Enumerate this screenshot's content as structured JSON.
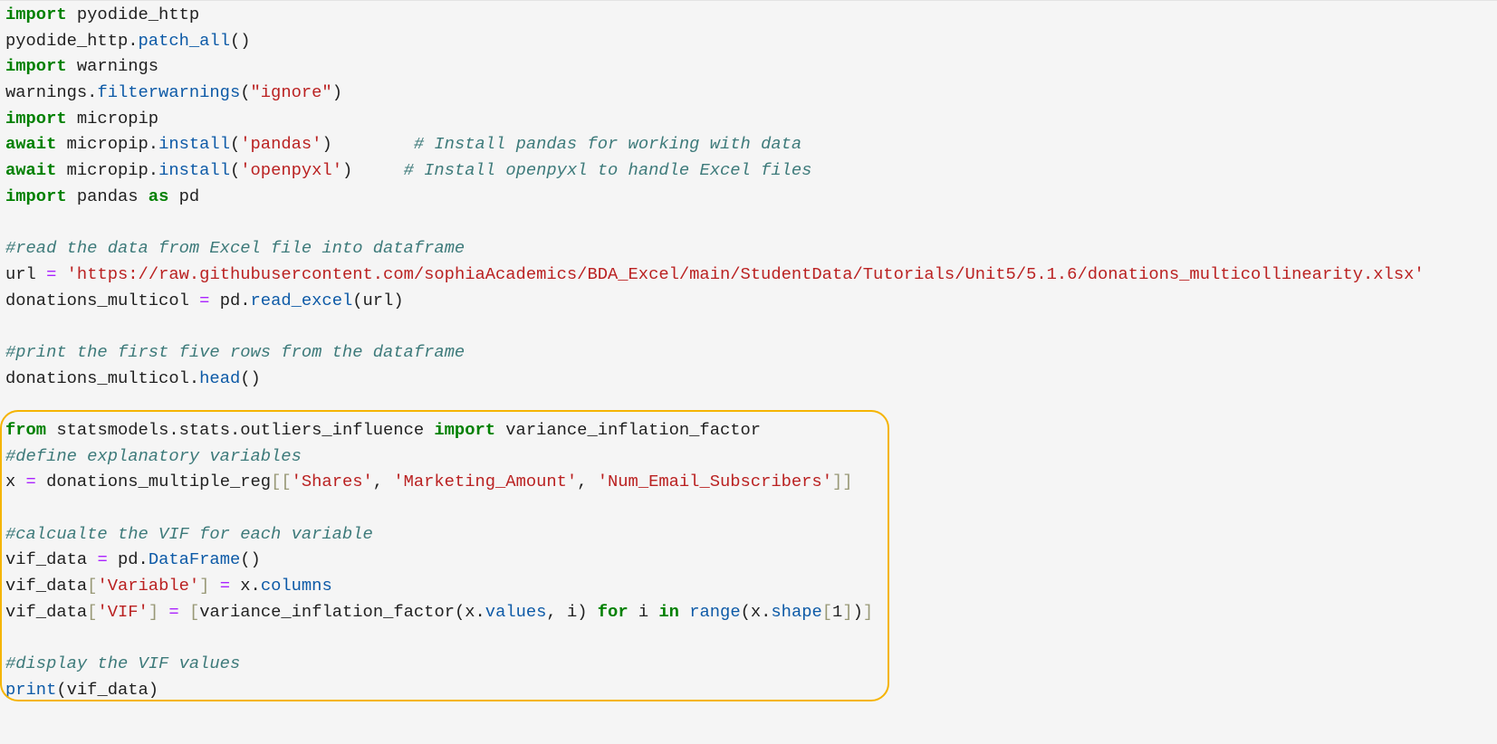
{
  "code_cell": {
    "lines": [
      [
        [
          "kw",
          "import"
        ],
        [
          "t",
          " pyodide_http"
        ]
      ],
      [
        [
          "t",
          "pyodide_http."
        ],
        [
          "fn",
          "patch_all"
        ],
        [
          "t",
          "()"
        ]
      ],
      [
        [
          "kw",
          "import"
        ],
        [
          "t",
          " warnings"
        ]
      ],
      [
        [
          "t",
          "warnings."
        ],
        [
          "fn",
          "filterwarnings"
        ],
        [
          "t",
          "("
        ],
        [
          "str",
          "\"ignore\""
        ],
        [
          "t",
          ")"
        ]
      ],
      [
        [
          "kw",
          "import"
        ],
        [
          "t",
          " micropip"
        ]
      ],
      [
        [
          "kw",
          "await"
        ],
        [
          "t",
          " micropip."
        ],
        [
          "fn",
          "install"
        ],
        [
          "t",
          "("
        ],
        [
          "str",
          "'pandas'"
        ],
        [
          "t",
          ")        "
        ],
        [
          "com",
          "# Install pandas for working with data"
        ]
      ],
      [
        [
          "kw",
          "await"
        ],
        [
          "t",
          " micropip."
        ],
        [
          "fn",
          "install"
        ],
        [
          "t",
          "("
        ],
        [
          "str",
          "'openpyxl'"
        ],
        [
          "t",
          ")     "
        ],
        [
          "com",
          "# Install openpyxl to handle Excel files"
        ]
      ],
      [
        [
          "kw",
          "import"
        ],
        [
          "t",
          " pandas "
        ],
        [
          "kw",
          "as"
        ],
        [
          "t",
          " pd"
        ]
      ],
      [],
      [
        [
          "com",
          "#read the data from Excel file into dataframe"
        ]
      ],
      [
        [
          "t",
          "url "
        ],
        [
          "op",
          "="
        ],
        [
          "t",
          " "
        ],
        [
          "str",
          "'https://raw.githubusercontent.com/sophiaAcademics/BDA_Excel/main/StudentData/Tutorials/Unit5/5.1.6/donations_multicollinearity.xlsx'"
        ]
      ],
      [
        [
          "t",
          "donations_multicol "
        ],
        [
          "op",
          "="
        ],
        [
          "t",
          " pd."
        ],
        [
          "fn",
          "read_excel"
        ],
        [
          "t",
          "(url)"
        ]
      ],
      [],
      [
        [
          "com",
          "#print the first five rows from the dataframe"
        ]
      ],
      [
        [
          "t",
          "donations_multicol."
        ],
        [
          "fn",
          "head"
        ],
        [
          "t",
          "()"
        ]
      ],
      [],
      [
        [
          "kw",
          "from"
        ],
        [
          "t",
          " statsmodels.stats.outliers_influence "
        ],
        [
          "kw",
          "import"
        ],
        [
          "t",
          " variance_inflation_factor"
        ]
      ],
      [
        [
          "com",
          "#define explanatory variables"
        ]
      ],
      [
        [
          "t",
          "x "
        ],
        [
          "op",
          "="
        ],
        [
          "t",
          " donations_multiple_reg"
        ],
        [
          "br",
          "[["
        ],
        [
          "str",
          "'Shares'"
        ],
        [
          "t",
          ", "
        ],
        [
          "str",
          "'Marketing_Amount'"
        ],
        [
          "t",
          ", "
        ],
        [
          "str",
          "'Num_Email_Subscribers'"
        ],
        [
          "br",
          "]]"
        ]
      ],
      [],
      [
        [
          "com",
          "#calcualte the VIF for each variable"
        ]
      ],
      [
        [
          "t",
          "vif_data "
        ],
        [
          "op",
          "="
        ],
        [
          "t",
          " pd."
        ],
        [
          "fn",
          "DataFrame"
        ],
        [
          "t",
          "()"
        ]
      ],
      [
        [
          "t",
          "vif_data"
        ],
        [
          "br",
          "["
        ],
        [
          "str",
          "'Variable'"
        ],
        [
          "br",
          "]"
        ],
        [
          "t",
          " "
        ],
        [
          "op",
          "="
        ],
        [
          "t",
          " x."
        ],
        [
          "fn",
          "columns"
        ]
      ],
      [
        [
          "t",
          "vif_data"
        ],
        [
          "br",
          "["
        ],
        [
          "str",
          "'VIF'"
        ],
        [
          "br",
          "]"
        ],
        [
          "t",
          " "
        ],
        [
          "op",
          "="
        ],
        [
          "t",
          " "
        ],
        [
          "br",
          "["
        ],
        [
          "t",
          "variance_inflation_factor(x."
        ],
        [
          "fn",
          "values"
        ],
        [
          "t",
          ", i) "
        ],
        [
          "kw",
          "for"
        ],
        [
          "t",
          " i "
        ],
        [
          "kw",
          "in"
        ],
        [
          "t",
          " "
        ],
        [
          "fn",
          "range"
        ],
        [
          "t",
          "(x."
        ],
        [
          "fn",
          "shape"
        ],
        [
          "br",
          "["
        ],
        [
          "t",
          "1"
        ],
        [
          "br",
          "]"
        ],
        [
          "t",
          ")"
        ],
        [
          "br",
          "]"
        ]
      ],
      [],
      [
        [
          "com",
          "#display the VIF values"
        ]
      ],
      [
        [
          "fn",
          "print"
        ],
        [
          "t",
          "(vif_data)"
        ]
      ]
    ]
  },
  "colors": {
    "highlight_border": "#f5b400",
    "keyword": "#008000",
    "string": "#ba2121",
    "comment": "#3d7a7a",
    "function": "#0d5aa7",
    "operator": "#aa22ff"
  }
}
